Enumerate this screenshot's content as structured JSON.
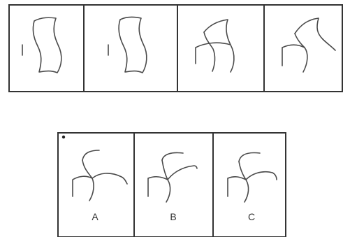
{
  "question_panels": [
    {
      "id": 1
    },
    {
      "id": 2
    },
    {
      "id": 3
    },
    {
      "id": 4
    }
  ],
  "options": [
    {
      "label": "A"
    },
    {
      "label": "B"
    },
    {
      "label": "C"
    }
  ]
}
